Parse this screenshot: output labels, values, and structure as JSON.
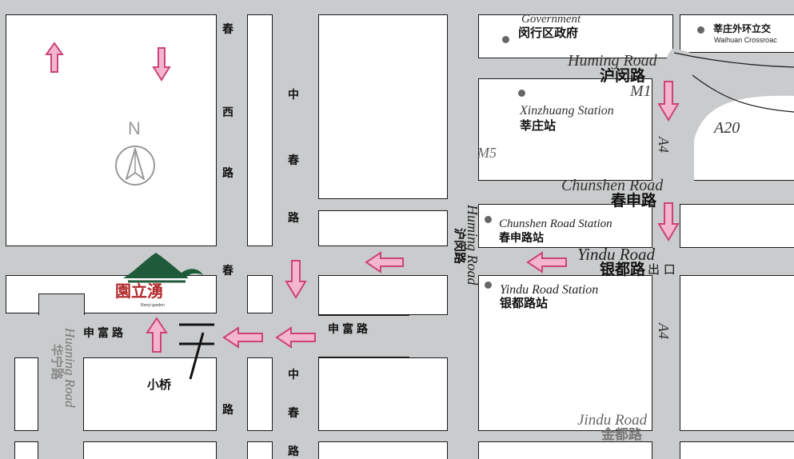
{
  "colors": {
    "road": "#c9cbcc",
    "block": "#ffffff",
    "arrow_fill": "#f4b6cf",
    "arrow_stroke": "#cc4477",
    "logo_green": "#1f5a3a",
    "logo_red": "#b22a2a"
  },
  "labels": {
    "government_en": "Government",
    "government_cn": "闵行区政府",
    "waihuan_cn": "莘庄外环立交",
    "waihuan_en": "Waihuan Crossroac",
    "huming_road_en": "Huming Road",
    "huming_road_cn": "沪闵路",
    "m1": "M1",
    "a20": "A20",
    "a4_top": "A4",
    "a4_bottom": "A4",
    "xinzhuang_en": "Xinzhuang Station",
    "xinzhuang_cn": "莘庄站",
    "m5": "M5",
    "chunshen_road_en": "Chunshen Road",
    "chunshen_road_cn": "春申路",
    "chunshen_station_en": "Chunshen Road Station",
    "chunshen_station_cn": "春申路站",
    "yindu_road_en": "Yindu Road",
    "yindu_road_cn": "银都路",
    "yindu_exit": "出 口",
    "yindu_station_en": "Yindu Road Station",
    "yindu_station_cn": "银都路站",
    "huming_vertical_en": "Huming Road",
    "huming_vertical_cn": "沪闵路",
    "jindu_road_en": "Jindu Road",
    "jindu_road_cn": "金都路",
    "shenfu_left": "申富路",
    "shenfu_right": "申富路",
    "huaning_en": "Huaning Road",
    "huaning_cn": "华宁路",
    "xiaoqiao": "小桥",
    "north": "N",
    "logo_text": "園立湧",
    "logo_sub": "Renyi garden"
  },
  "vertical_labels": {
    "chunxi_top": [
      "春",
      "西",
      "路"
    ],
    "chunxi_mid": [
      "春"
    ],
    "chunxi_bottom": [
      "路"
    ],
    "zhongchun_top": [
      "中",
      "春",
      "路"
    ],
    "zhongchun_bottom": [
      "中",
      "春",
      "路"
    ]
  }
}
